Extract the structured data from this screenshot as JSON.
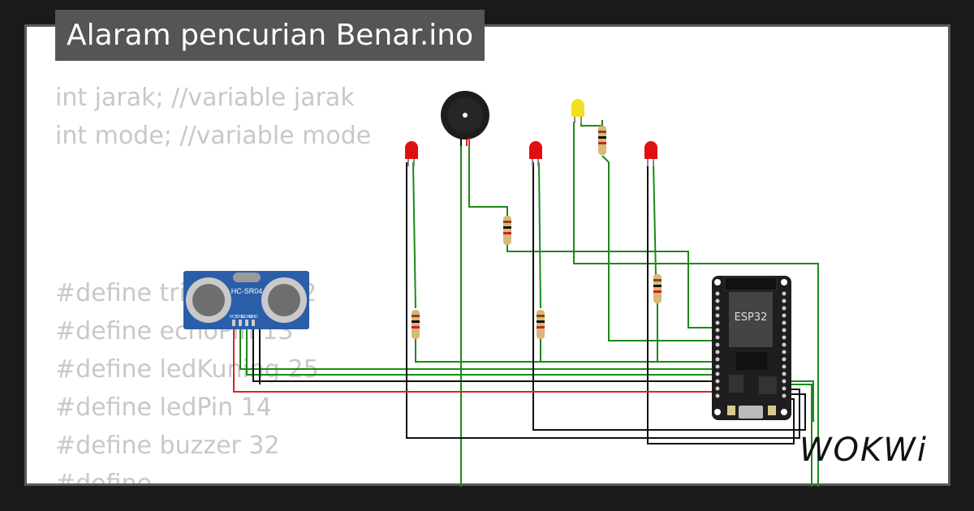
{
  "project": {
    "title": "Alaram pencurian Benar.ino"
  },
  "code_lines": [
    "int jarak; //variable jarak",
    "int mode; //variable mode",
    "",
    "",
    "#define triggerPin 12",
    "#define echoPin 13",
    "#define ledKuning 25",
    "#define ledPin 14",
    "#define buzzer 32",
    "#define ..."
  ],
  "components": {
    "sensor_label": "HC-SR04",
    "sensor_pins": [
      "VCC",
      "TRIG",
      "ECHO",
      "GND"
    ],
    "board_label": "ESP32"
  },
  "branding": {
    "logo_text": "WOKWi"
  },
  "colors": {
    "background": "#1a1a1a",
    "card": "#ffffff",
    "title_bg": "#555555",
    "wire_green": "#1a8a1a",
    "wire_black": "#111111",
    "wire_red": "#dd2222",
    "led_red": "#e01010",
    "led_yellow": "#f0e020",
    "sensor_blue": "#2a5ea8",
    "board_black": "#1e1e1e"
  }
}
